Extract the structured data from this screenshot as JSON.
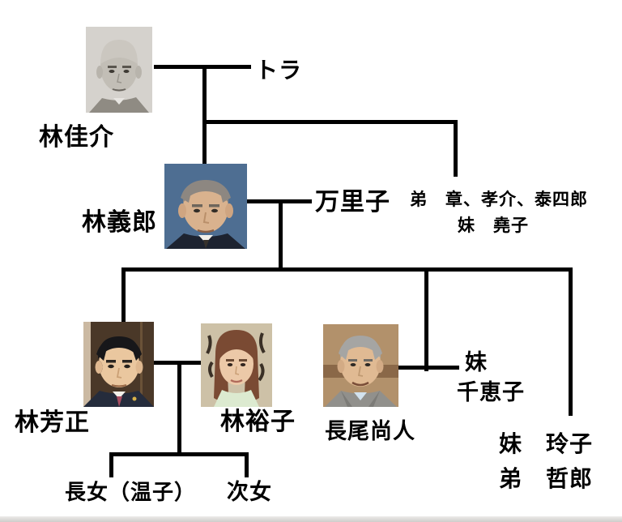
{
  "people": {
    "kasuke": "林佳介",
    "tora": "トラ",
    "yoshiro": "林義郎",
    "mariko": "万里子",
    "gen2_brothers": "弟　章、孝介、泰四郎",
    "gen2_sister": "妹　堯子",
    "yoshimasa": "林芳正",
    "yuko": "林裕子",
    "nagao": "長尾尚人",
    "chieko_role": "妹",
    "chieko_name": "千恵子",
    "reiko": "妹　玲子",
    "tetsuro": "弟　哲郎",
    "eldest_daughter": "長女（温子）",
    "second_daughter": "次女"
  },
  "photos": {
    "kasuke": "grayscale-portrait-bald-man",
    "yoshiro": "portrait-elderly-man-blue-background",
    "yoshimasa": "portrait-man-dark-suit-red-tie",
    "yuko": "portrait-woman-long-brown-hair",
    "nagao": "portrait-gray-haired-man-gray-suit"
  },
  "colors": {
    "line": "#000000",
    "background": "#ffffff"
  }
}
